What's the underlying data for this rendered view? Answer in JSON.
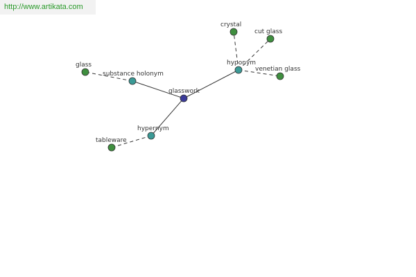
{
  "header": {
    "url": "http://www.artikata.com"
  },
  "colors": {
    "center": "#3b3b9a",
    "relation": "#3b9a96",
    "leaf": "#3f8f3f",
    "node_stroke": "#333333"
  },
  "graph": {
    "center": {
      "id": "glasswork",
      "label": "glasswork"
    },
    "relations": [
      {
        "id": "substance-holonym",
        "label": "substance holonym"
      },
      {
        "id": "hyponym",
        "label": "hyponym"
      },
      {
        "id": "hypernym",
        "label": "hypernym"
      }
    ],
    "leaves": [
      {
        "id": "glass",
        "label": "glass",
        "relation": "substance-holonym"
      },
      {
        "id": "crystal",
        "label": "crystal",
        "relation": "hyponym"
      },
      {
        "id": "cut-glass",
        "label": "cut glass",
        "relation": "hyponym"
      },
      {
        "id": "venetian-glass",
        "label": "venetian glass",
        "relation": "hyponym"
      },
      {
        "id": "tableware",
        "label": "tableware",
        "relation": "hypernym"
      }
    ]
  }
}
